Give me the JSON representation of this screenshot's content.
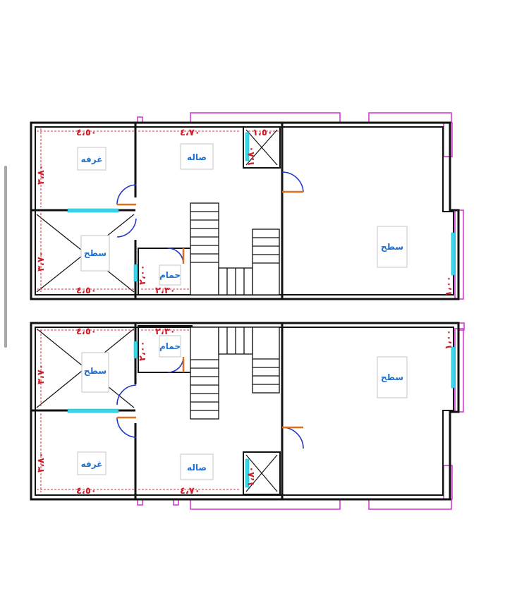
{
  "labels": {
    "room": "غرفه",
    "hall": "صاله",
    "roof": "سطح",
    "bathroom": "حمام"
  },
  "dimensions": {
    "room_width": "٤،٥٠",
    "hall_width": "٤،٧٠",
    "shaft_width": "١،٥٠",
    "shaft_depth": "١،٨٠",
    "room_depth": "٣،٨٠",
    "void_depth": "٣،٧٠",
    "void_width": "٤،٥٠",
    "bath_width": "٢،٣٠",
    "bath_depth": "٢،٠٠",
    "roof_edge": "١،٠٠"
  },
  "colors": {
    "walls": "#111111",
    "dimension_lines": "#e0303c",
    "room_labels": "#1e6fd0",
    "windows": "#3ad6e6",
    "door_arcs": "#2236c8",
    "door_leaves": "#e0701a",
    "balcony_outline": "#d63ad6"
  },
  "icons": [
    "door-swing-icon",
    "window-icon",
    "void-cross-icon",
    "staircase-icon"
  ]
}
